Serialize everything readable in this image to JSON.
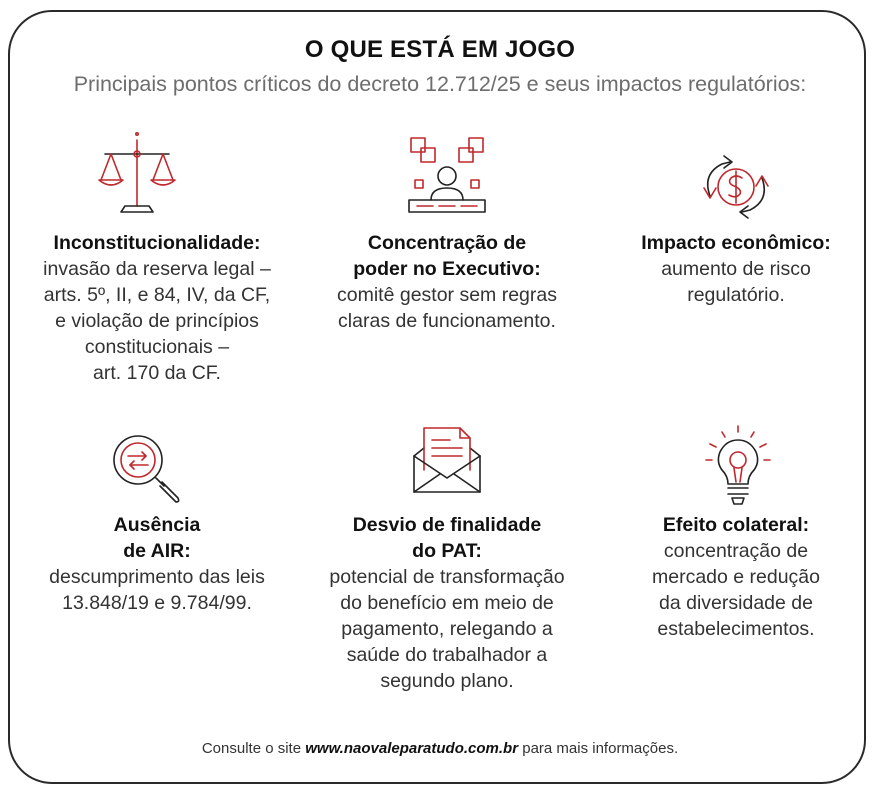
{
  "header": {
    "title": "O QUE ESTÁ EM JOGO",
    "subtitle": "Principais pontos críticos do decreto 12.712/25 e seus impactos regulatórios:"
  },
  "items": [
    {
      "icon": "scales-icon",
      "title": "Inconstitucionalidade:",
      "description": "invasão da reserva legal –\narts. 5º, II, e 84, IV, da CF,\ne violação de princípios\nconstitucionais –\nart. 170 da CF."
    },
    {
      "icon": "executive-power-icon",
      "title": "Concentração de\npoder no Executivo:",
      "description": "comitê gestor sem regras\nclaras de funcionamento."
    },
    {
      "icon": "dollar-cycle-icon",
      "title": "Impacto econômico:",
      "description": "aumento de risco\nregulatório."
    },
    {
      "icon": "magnifier-icon",
      "title": "Ausência\nde AIR:",
      "description": "descumprimento das leis\n13.848/19 e 9.784/99."
    },
    {
      "icon": "envelope-letter-icon",
      "title": "Desvio de finalidade\ndo PAT:",
      "description": "potencial de transformação\ndo benefício em meio de\npagamento, relegando a\nsaúde do trabalhador a\nsegundo plano."
    },
    {
      "icon": "lightbulb-icon",
      "title": "Efeito colateral:",
      "description": "concentração de\nmercado e redução\nda diversidade de\nestabelecimentos."
    }
  ],
  "footer": {
    "prefix": "Consulte o site ",
    "site": "www.naovaleparatudo.com.br",
    "suffix": " para mais informações."
  },
  "colors": {
    "accent": "#c0282d",
    "text": "#1a1a1a",
    "subtitle": "#6d6d6d"
  }
}
